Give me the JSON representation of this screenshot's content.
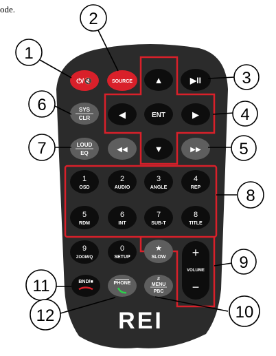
{
  "caption_fragment": "ode.",
  "brand": "REI",
  "buttons": {
    "power": "⏻/🔇",
    "source": "SOURCE",
    "up": "▲",
    "play_pause": "▶II",
    "sys_line1": "SYS",
    "sys_line2": "CLR",
    "left": "◀",
    "ent": "ENT",
    "right": "▶",
    "loud_line1": "LOUD",
    "loud_line2": "EQ",
    "prev": "◀◀",
    "down": "▼",
    "next": "▶▶",
    "b1_num": "1",
    "b1_label": "OSD",
    "b2_num": "2",
    "b2_label": "AUDIO",
    "b3_num": "3",
    "b3_label": "ANGLE",
    "b4_num": "4",
    "b4_label": "REP",
    "b5_num": "5",
    "b5_label": "RDM",
    "b6_num": "6",
    "b6_label": "INT",
    "b7_num": "7",
    "b7_label": "SUB-T",
    "b8_num": "8",
    "b8_label": "TITLE",
    "b9_num": "9",
    "b9_label": "ZOOM/Q",
    "b0_num": "0",
    "b0_label": "SETUP",
    "slow_star": "★",
    "slow_label": "SLOW",
    "vol_plus": "+",
    "vol_label": "VOLUME",
    "vol_minus": "−",
    "band_label": "BND/■",
    "phone_label": "PHONE",
    "menu_hash": "#",
    "menu_line1": "MENU",
    "menu_line2": "PBC"
  },
  "callouts": [
    "1",
    "2",
    "3",
    "4",
    "5",
    "6",
    "7",
    "8",
    "9",
    "10",
    "11",
    "12"
  ],
  "colors": {
    "body": "#2b2b2b",
    "button": "#0d0d0d",
    "button_gray": "#5e5e5e",
    "highlight": "#d9202a",
    "text": "#ffffff"
  }
}
